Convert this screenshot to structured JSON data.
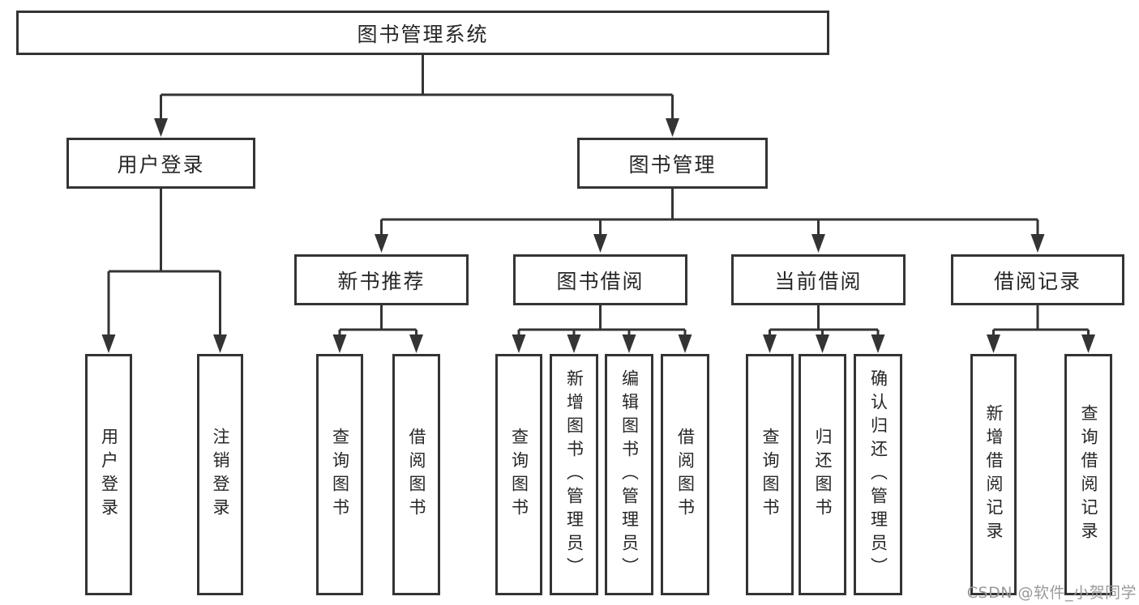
{
  "diagram": {
    "root_label": "图书管理系统",
    "branches": [
      {
        "label": "用户登录",
        "leaves": [
          "用户登录",
          "注销登录"
        ]
      },
      {
        "label": "图书管理",
        "groups": [
          {
            "label": "新书推荐",
            "leaves": [
              "查询图书",
              "借阅图书"
            ]
          },
          {
            "label": "图书借阅",
            "leaves": [
              "查询图书",
              "新增图书（管理员）",
              "编辑图书（管理员）",
              "借阅图书"
            ]
          },
          {
            "label": "当前借阅",
            "leaves": [
              "查询图书",
              "归还图书",
              "确认归还（管理员）"
            ]
          },
          {
            "label": "借阅记录",
            "leaves": [
              "新增借阅记录",
              "查询借阅记录"
            ]
          }
        ]
      }
    ]
  },
  "watermark": {
    "text": "CSDN @软件_小贺同学"
  },
  "colors": {
    "line": "#343434",
    "box_border": "#343434",
    "text": "#262626",
    "background": "#ffffff",
    "watermark": "#999999"
  }
}
